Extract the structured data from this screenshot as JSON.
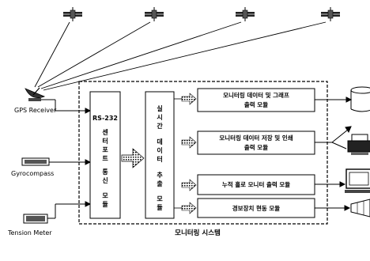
{
  "devices": {
    "gps_receiver": "GPS Receiver",
    "gyrocompass": "Gyrocompass",
    "tension_meter": "Tension Meter"
  },
  "rs232": {
    "title": "RS-232",
    "chars": [
      "센",
      "터",
      "포",
      "트",
      "통",
      "신",
      "모",
      "듈"
    ]
  },
  "realtime": {
    "chars": [
      "실",
      "시",
      "간",
      "데",
      "이",
      "터",
      "추",
      "출",
      "모",
      "듈"
    ]
  },
  "outputs": [
    {
      "line1": "모니터링 데이터 및 그래프",
      "line2": "출력 모듈"
    },
    {
      "line1": "모니터링 데이터 저장 및 인쇄",
      "line2": "출력 모듈"
    },
    {
      "line1": "누적 흘로 모니터 출력 모듈",
      "line2": ""
    },
    {
      "line1": "경보장치 현동 모듈",
      "line2": ""
    }
  ],
  "caption": "모니터링 시스템",
  "icons": {
    "satellite": "satellite-icon",
    "dish": "satellite-dish-icon",
    "database": "database-icon",
    "printer": "printer-icon",
    "monitor": "monitor-icon",
    "alarm": "alarm-horn-icon"
  }
}
